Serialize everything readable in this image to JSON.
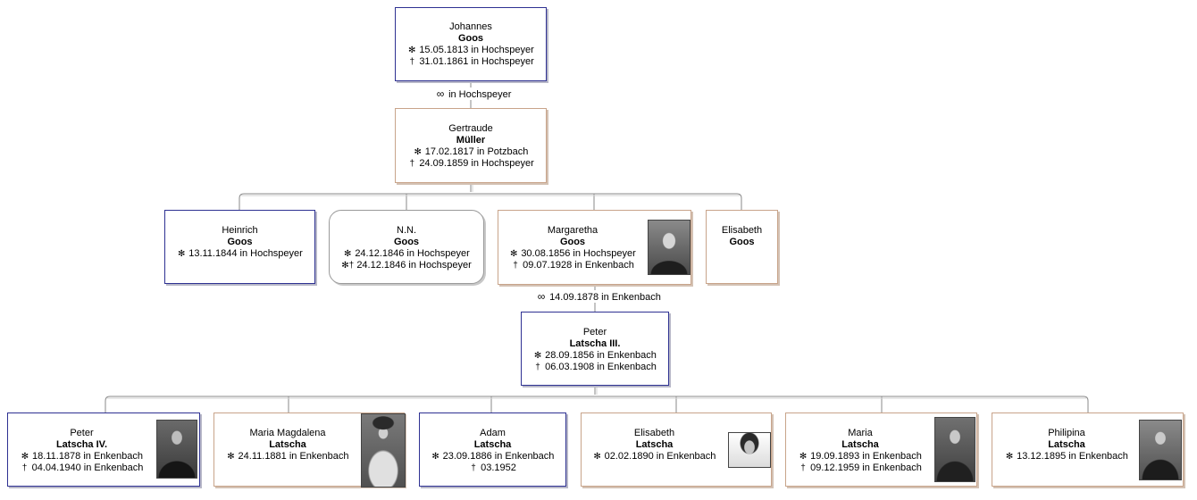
{
  "persons": {
    "johannes": {
      "given": "Johannes",
      "surname": "Goos",
      "birth": "15.05.1813 in Hochspeyer",
      "death": "31.01.1861 in Hochspeyer"
    },
    "gertraude": {
      "given": "Gertraude",
      "surname": "Müller",
      "birth": "17.02.1817 in Potzbach",
      "death": "24.09.1859 in Hochspeyer"
    },
    "heinrich": {
      "given": "Heinrich",
      "surname": "Goos",
      "birth": "13.11.1844 in Hochspeyer"
    },
    "nn": {
      "given": "N.N.",
      "surname": "Goos",
      "birth": "24.12.1846 in Hochspeyer",
      "death": "24.12.1846 in Hochspeyer"
    },
    "margaretha": {
      "given": "Margaretha",
      "surname": "Goos",
      "birth": "30.08.1856 in Hochspeyer",
      "death": "09.07.1928 in Enkenbach"
    },
    "elisabeth_goos": {
      "given": "Elisabeth",
      "surname": "Goos"
    },
    "peter_iii": {
      "given": "Peter",
      "surname": "Latscha III.",
      "birth": "28.09.1856 in Enkenbach",
      "death": "06.03.1908 in Enkenbach"
    },
    "peter_iv": {
      "given": "Peter",
      "surname": "Latscha IV.",
      "birth": "18.11.1878 in Enkenbach",
      "death": "04.04.1940 in Enkenbach"
    },
    "maria_magdalena": {
      "given": "Maria Magdalena",
      "surname": "Latscha",
      "birth": "24.11.1881 in Enkenbach"
    },
    "adam": {
      "given": "Adam",
      "surname": "Latscha",
      "birth": "23.09.1886 in Enkenbach",
      "death": "03.1952"
    },
    "elisabeth_latscha": {
      "given": "Elisabeth",
      "surname": "Latscha",
      "birth": "02.02.1890 in Enkenbach"
    },
    "maria": {
      "given": "Maria",
      "surname": "Latscha",
      "birth": "19.09.1893 in Enkenbach",
      "death": "09.12.1959 in Enkenbach"
    },
    "philipina": {
      "given": "Philipina",
      "surname": "Latscha",
      "birth": "13.12.1895 in Enkenbach"
    }
  },
  "marriages": {
    "m1": {
      "place": "in Hochspeyer"
    },
    "m2": {
      "date_place": "14.09.1878 in Enkenbach"
    }
  },
  "symbols": {
    "birth": "✻",
    "death": "†",
    "died_at_birth": "✻†",
    "marriage": "∞"
  },
  "colors": {
    "male": "#2e3192",
    "female": "#c8a48a",
    "unknown": "#9a9a9a",
    "line": "#777777"
  }
}
